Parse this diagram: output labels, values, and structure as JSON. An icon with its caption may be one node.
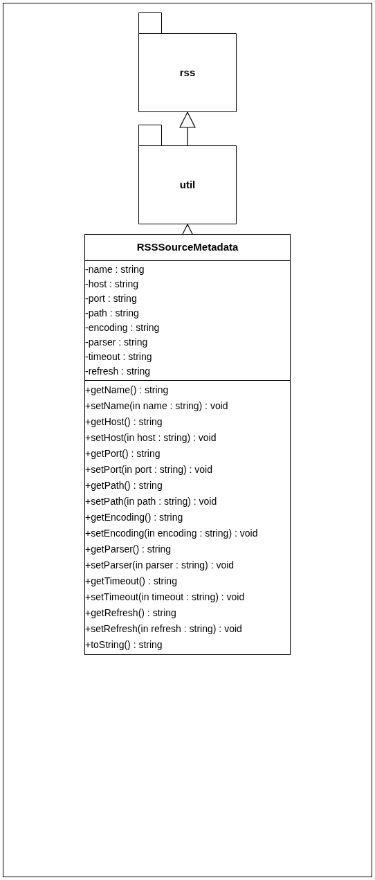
{
  "diagram": {
    "nodes": [
      {
        "text": [
          "rss"
        ]
      },
      {
        "text": [
          "util"
        ]
      },
      {
        "text": [
          "RSSSourceMetadata",
          "-name : string",
          "-host : string",
          "-port : string",
          "-path : string",
          "-encoding : string",
          "-parser : string",
          "-timeout : string",
          "-refresh : string",
          "+getName() : string",
          "+setName(in name : string) : void",
          "+getHost() : string",
          "+setHost(in host : string) : void",
          "+getPort() : string",
          "+setPort(in port : string) : void",
          "+getPath() : string",
          "+setPath(in path : string) : void",
          "+getEncoding() : string",
          "+setEncoding(in encoding : string) : void",
          "+getParser() : string",
          "+setParser(in parser : string) : void",
          "+getTimeout() : string",
          "+setTimeout(in timeout : string) : void",
          "+getRefresh() : string",
          "+setRefresh(in refresh : string) : void",
          "+toString() : string"
        ]
      }
    ],
    "edges": [
      {
        "from": 1,
        "to": 0,
        "arrow": "to"
      },
      {
        "from": 2,
        "to": 1,
        "arrow": "to"
      }
    ]
  }
}
